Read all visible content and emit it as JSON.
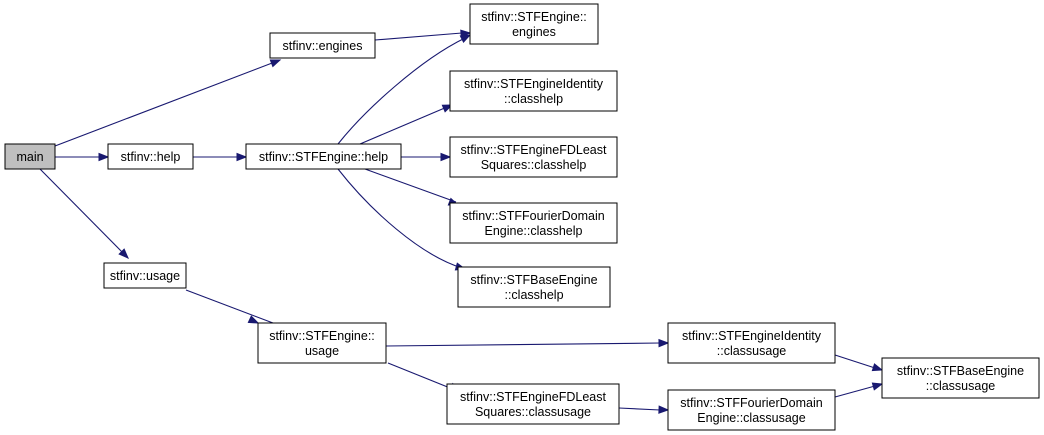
{
  "nodes": {
    "main": [
      "main"
    ],
    "engines": [
      "stfinv::engines"
    ],
    "help": [
      "stfinv::help"
    ],
    "usage": [
      "stfinv::usage"
    ],
    "engine_engines": [
      "stfinv::STFEngine::",
      "engines"
    ],
    "engine_help": [
      "stfinv::STFEngine::help"
    ],
    "engine_usage": [
      "stfinv::STFEngine::",
      "usage"
    ],
    "identity_classhelp": [
      "stfinv::STFEngineIdentity",
      "::classhelp"
    ],
    "fdleast_classhelp": [
      "stfinv::STFEngineFDLeast",
      "Squares::classhelp"
    ],
    "fourier_classhelp": [
      "stfinv::STFFourierDomain",
      "Engine::classhelp"
    ],
    "base_classhelp": [
      "stfinv::STFBaseEngine",
      "::classhelp"
    ],
    "identity_classusage": [
      "stfinv::STFEngineIdentity",
      "::classusage"
    ],
    "fdleast_classusage": [
      "stfinv::STFEngineFDLeast",
      "Squares::classusage"
    ],
    "fourier_classusage": [
      "stfinv::STFFourierDomain",
      "Engine::classusage"
    ],
    "base_classusage": [
      "stfinv::STFBaseEngine",
      "::classusage"
    ]
  },
  "edges": [
    [
      "main",
      "engines"
    ],
    [
      "main",
      "help"
    ],
    [
      "main",
      "usage"
    ],
    [
      "engines",
      "engine_engines"
    ],
    [
      "help",
      "engine_help"
    ],
    [
      "usage",
      "engine_usage"
    ],
    [
      "engine_help",
      "engine_engines"
    ],
    [
      "engine_help",
      "identity_classhelp"
    ],
    [
      "engine_help",
      "fdleast_classhelp"
    ],
    [
      "engine_help",
      "fourier_classhelp"
    ],
    [
      "engine_help",
      "base_classhelp"
    ],
    [
      "engine_usage",
      "identity_classusage"
    ],
    [
      "engine_usage",
      "fdleast_classusage"
    ],
    [
      "fdleast_classusage",
      "fourier_classusage"
    ],
    [
      "identity_classusage",
      "base_classusage"
    ],
    [
      "fourier_classusage",
      "base_classusage"
    ]
  ],
  "colors": {
    "edge": "#191970",
    "root_fill": "#bfbfbf"
  }
}
